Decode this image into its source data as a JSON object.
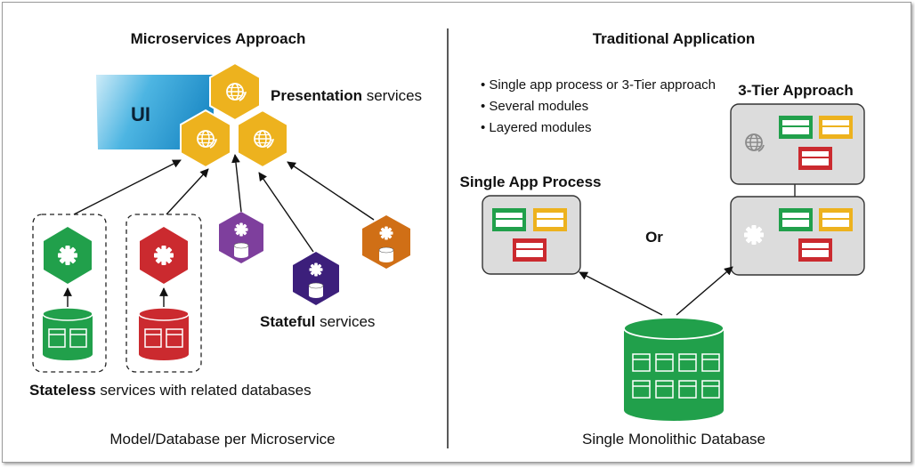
{
  "left": {
    "title": "Microservices Approach",
    "ui_label": "UI",
    "presentation": {
      "bold": "Presentation",
      "rest": " services"
    },
    "stateful": {
      "bold": "Stateful",
      "rest": " services"
    },
    "stateless": {
      "bold": "Stateless",
      "rest": " services with related databases"
    },
    "caption": "Model/Database per Microservice"
  },
  "right": {
    "title": "Traditional Application",
    "bullets": [
      "Single app process or 3-Tier approach",
      "Several modules",
      "Layered modules"
    ],
    "three_tier_label": "3-Tier Approach",
    "single_app_label": "Single App Process",
    "or_label": "Or",
    "caption": "Single Monolithic Database"
  },
  "colors": {
    "hex_yellow": "#EDB21E",
    "green": "#21A04B",
    "red": "#CB2A2F",
    "purple": "#7E3F9D",
    "indigo": "#3C1F7B",
    "orange": "#D06F16",
    "ui_blue": "#3FA9DB",
    "panel_gray": "#DCDCDC"
  },
  "icons": [
    "globe-icon",
    "gear-icon",
    "database-icon",
    "module-card-icon"
  ]
}
